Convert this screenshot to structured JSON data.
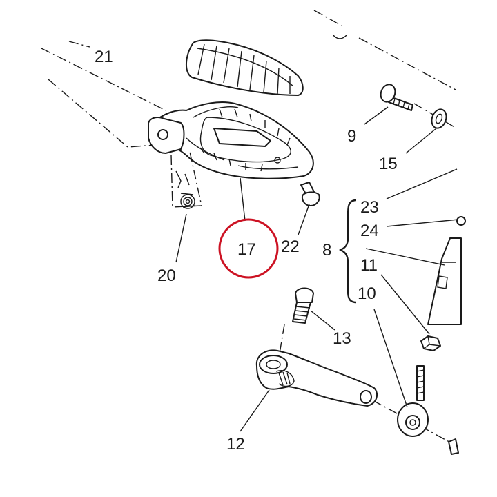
{
  "diagram": {
    "labels": {
      "p21": "21",
      "p9": "9",
      "p15": "15",
      "p23": "23",
      "p24": "24",
      "p8": "8",
      "p11": "11",
      "p10": "10",
      "p17": "17",
      "p22": "22",
      "p20": "20",
      "p13": "13",
      "p12": "12"
    },
    "highlight": {
      "part": "17",
      "color": "#cc1122"
    }
  }
}
